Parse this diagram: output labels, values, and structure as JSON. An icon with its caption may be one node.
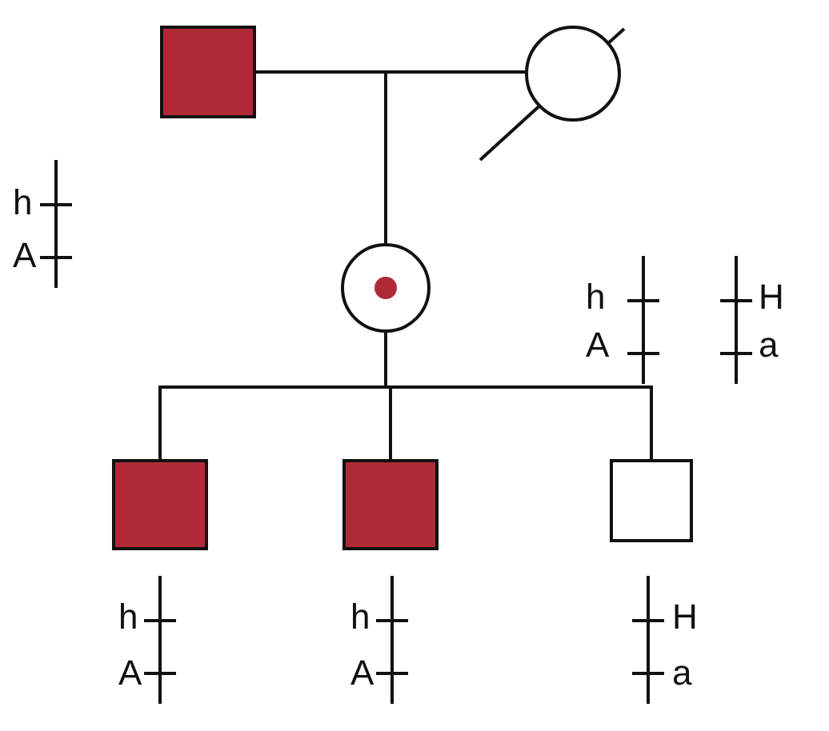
{
  "diagram": {
    "nodes": [
      {
        "text": [],
        "shape": "box"
      },
      {
        "text": [],
        "shape": "circle"
      },
      {
        "text": [],
        "shape": "circle"
      },
      {
        "text": [],
        "shape": "box"
      },
      {
        "text": [],
        "shape": "box"
      },
      {
        "text": [],
        "shape": "box"
      }
    ],
    "edges": [
      {
        "from": 0,
        "to": 1,
        "arrow": "none"
      },
      {
        "from": 0,
        "to": 2,
        "arrow": "none"
      },
      {
        "from": 1,
        "to": 2,
        "arrow": "none"
      },
      {
        "from": 2,
        "to": 3,
        "arrow": "none"
      },
      {
        "from": 2,
        "to": 4,
        "arrow": "none"
      },
      {
        "from": 2,
        "to": 5,
        "arrow": "none"
      }
    ],
    "labels": [
      "h",
      "A",
      "h",
      "A",
      "H",
      "a",
      "h",
      "A",
      "h",
      "A",
      "H",
      "a"
    ]
  }
}
